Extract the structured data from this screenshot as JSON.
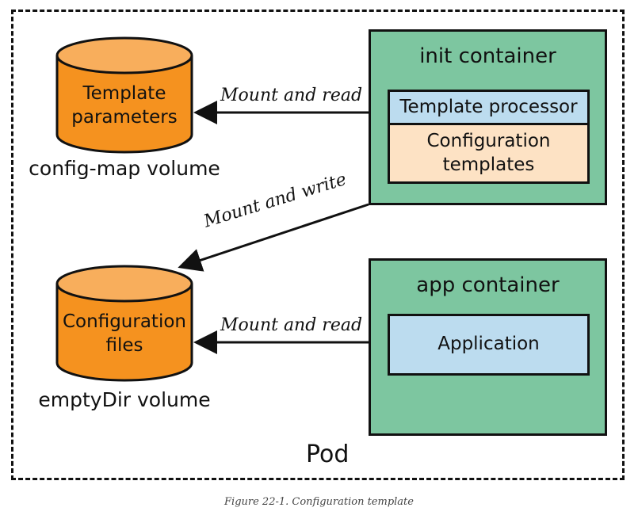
{
  "volumes": {
    "config_map": {
      "text_line1": "Template",
      "text_line2": "parameters",
      "caption": "config-map volume"
    },
    "empty_dir": {
      "text_line1": "Configuration",
      "text_line2": "files",
      "caption": "emptyDir volume"
    }
  },
  "init_container": {
    "title": "init container",
    "processor": "Template processor",
    "templates_line1": "Configuration",
    "templates_line2": "templates"
  },
  "app_container": {
    "title": "app container",
    "application": "Application"
  },
  "arrows": {
    "mount_read_top": "Mount and read",
    "mount_write": "Mount and write",
    "mount_read_bottom": "Mount and read"
  },
  "pod_label": "Pod",
  "figure_caption": "Figure 22-1. Configuration template",
  "colors": {
    "cylinder": "#f5921f",
    "cylinder_top": "#f8ae5c",
    "container": "#7dc6a0",
    "blue_box": "#bcdcef",
    "peach_box": "#fde2c4"
  }
}
